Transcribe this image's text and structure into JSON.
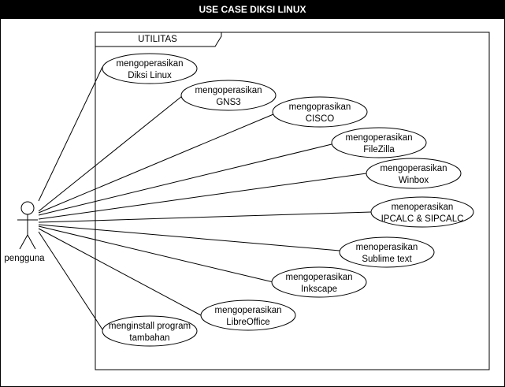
{
  "title": "USE CASE DIKSI LINUX",
  "boundary": {
    "label": "UTILITAS"
  },
  "actor": {
    "label": "pengguna"
  },
  "use_cases": [
    {
      "lines": [
        "mengoperasikan",
        "Diksi Linux"
      ]
    },
    {
      "lines": [
        "mengoperasikan",
        "GNS3"
      ]
    },
    {
      "lines": [
        "mengoprasikan",
        "CISCO"
      ]
    },
    {
      "lines": [
        "mengoperasikan",
        "FileZilla"
      ]
    },
    {
      "lines": [
        "mengoperasikan",
        "Winbox"
      ]
    },
    {
      "lines": [
        "menoperasikan",
        "IPCALC & SIPCALC"
      ]
    },
    {
      "lines": [
        "menoperasikan",
        "Sublime text"
      ]
    },
    {
      "lines": [
        "mengoperasikan",
        "Inkscape"
      ]
    },
    {
      "lines": [
        "mengoperasikan",
        "LibreOffice"
      ]
    },
    {
      "lines": [
        "menginstall program",
        "tambahan"
      ]
    }
  ]
}
